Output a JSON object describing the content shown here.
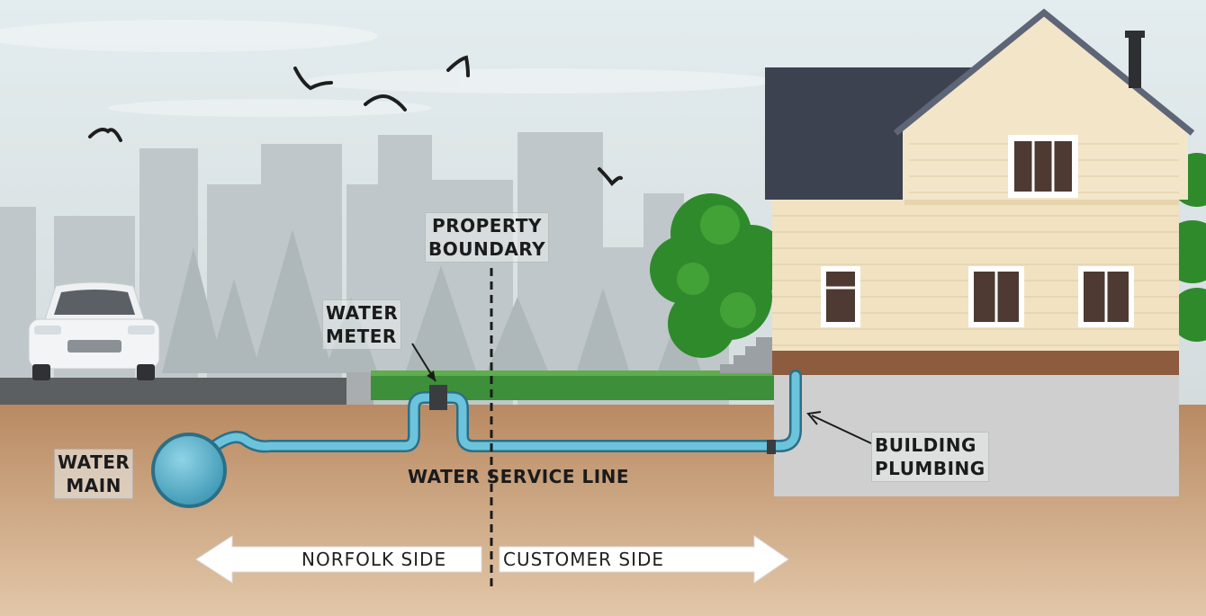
{
  "labels": {
    "property_boundary": [
      "PROPERTY",
      "BOUNDARY"
    ],
    "water_meter": [
      "WATER",
      "METER"
    ],
    "water_main": [
      "WATER",
      "MAIN"
    ],
    "water_service_line": "WATER SERVICE LINE",
    "building_plumbing": [
      "BUILDING",
      "PLUMBING"
    ],
    "norfolk_side": "NORFOLK SIDE",
    "customer_side": "CUSTOMER SIDE"
  },
  "colors": {
    "sky": "#dfe7e9",
    "soil": "#c59a74",
    "grass": "#3d8f3a",
    "pipe": "#5fb3cc",
    "house_siding": "#f1e2c2",
    "roof": "#3d4250",
    "foundation": "#cfcfcf"
  }
}
